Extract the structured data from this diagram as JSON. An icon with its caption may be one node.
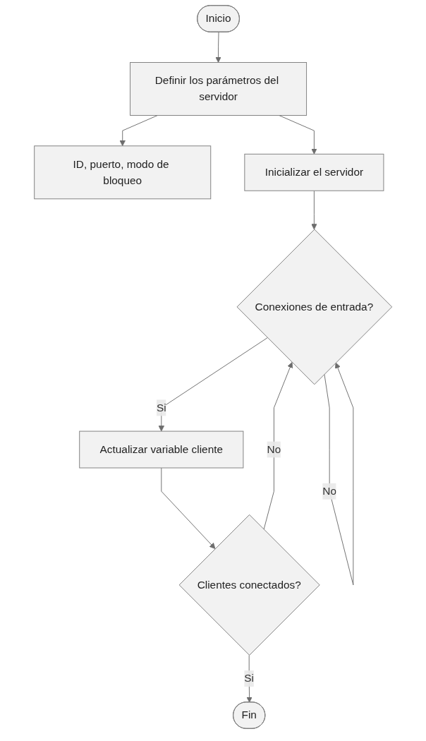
{
  "diagram": {
    "nodes": [
      {
        "text": [
          "Inicio"
        ]
      },
      {
        "text": [
          "Definir los parámetros del servidor"
        ]
      },
      {
        "text": [
          "ID, puerto, modo de bloqueo"
        ]
      },
      {
        "text": [
          "Inicializar el servidor"
        ]
      },
      {
        "text": [
          "Conexiones de entrada?"
        ]
      },
      {
        "text": [
          "Actualizar variable cliente"
        ]
      },
      {
        "text": [
          "Clientes conectados?"
        ]
      },
      {
        "text": [
          "Fin"
        ]
      }
    ],
    "edges": [
      {
        "from": 0,
        "to": 1,
        "arrow": "to"
      },
      {
        "from": 1,
        "to": 2,
        "arrow": "to"
      },
      {
        "from": 1,
        "to": 3,
        "arrow": "to"
      },
      {
        "from": 3,
        "to": 4,
        "arrow": "to"
      },
      {
        "from": 4,
        "to": 5,
        "arrow": "to",
        "label": "Si"
      },
      {
        "from": 4,
        "to": 4,
        "arrow": "to",
        "label": "No"
      },
      {
        "from": 5,
        "to": 6,
        "arrow": "to"
      },
      {
        "from": 6,
        "to": 4,
        "arrow": "to",
        "label": "No"
      },
      {
        "from": 6,
        "to": 7,
        "arrow": "to",
        "label": "Si"
      }
    ]
  }
}
